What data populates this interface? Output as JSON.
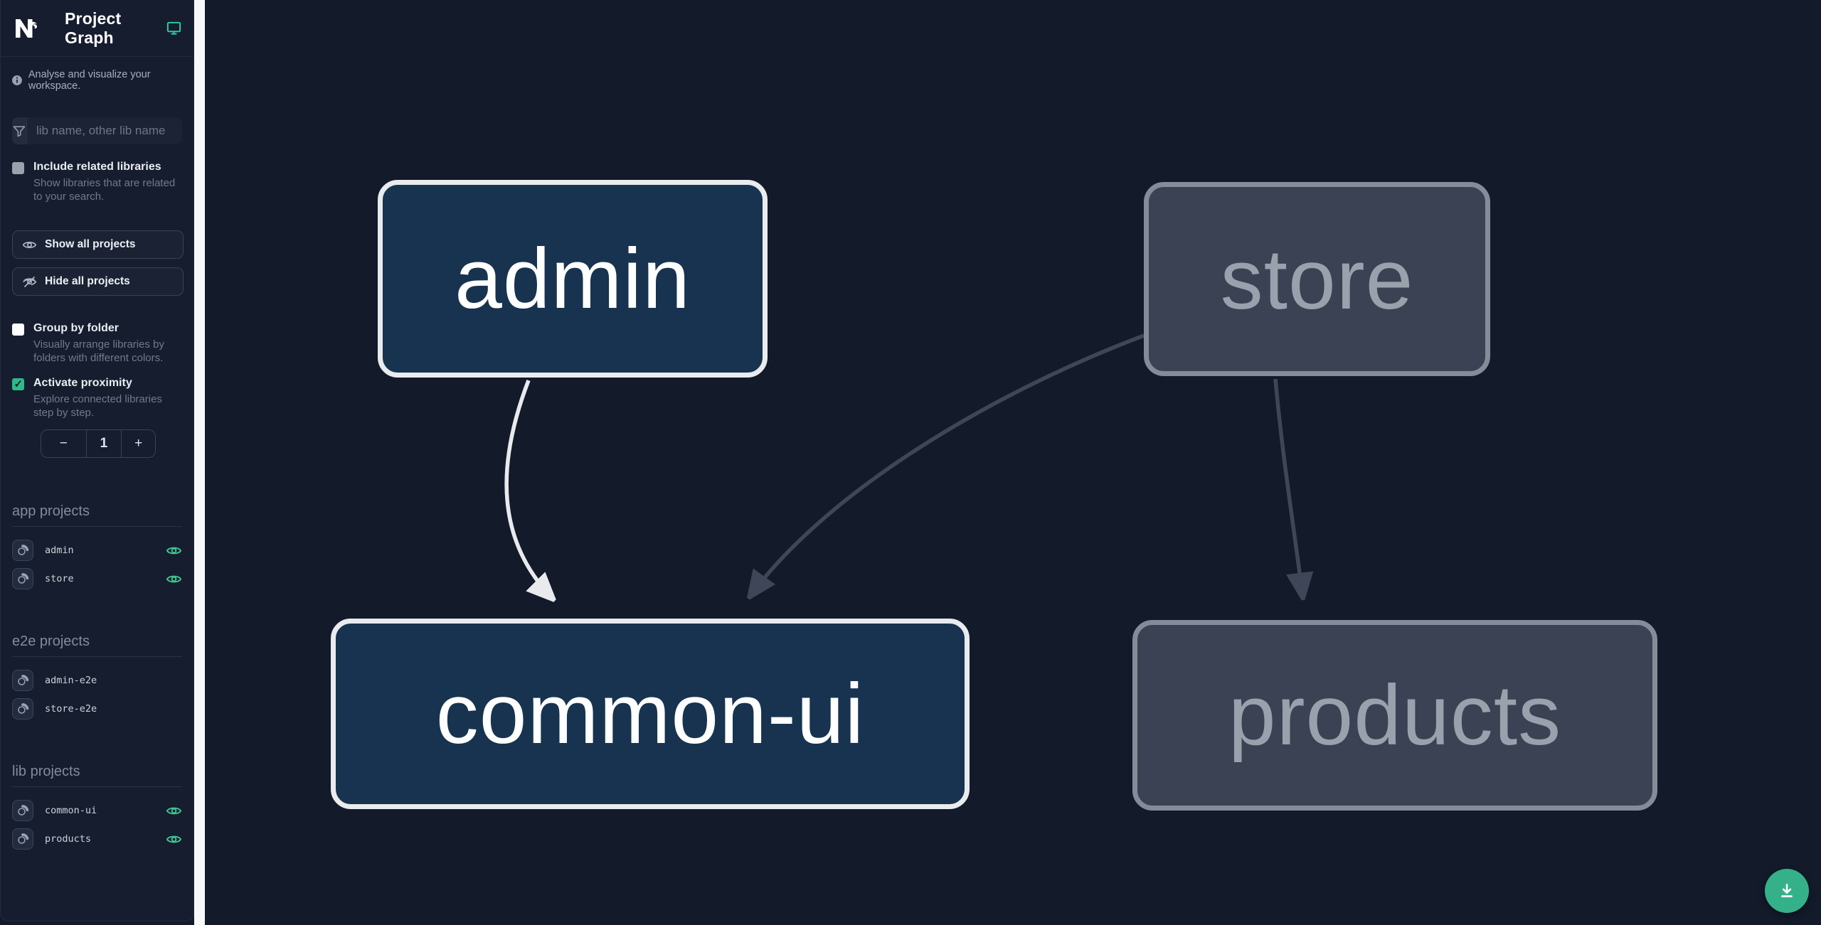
{
  "header": {
    "title": "Project Graph",
    "logo_alt": "Nx logo"
  },
  "tagline": "Analyse and visualize your workspace.",
  "search": {
    "placeholder": "lib name, other lib name",
    "value": ""
  },
  "options": {
    "include_related": {
      "label": "Include related libraries",
      "description": "Show libraries that are related to your search.",
      "checked": false
    },
    "group_by_folder": {
      "label": "Group by folder",
      "description": "Visually arrange libraries by folders with different colors.",
      "checked": false
    },
    "activate_proximity": {
      "label": "Activate proximity",
      "description": "Explore connected libraries step by step.",
      "checked": true
    }
  },
  "toolbar": {
    "show_all_label": "Show all projects",
    "hide_all_label": "Hide all projects"
  },
  "proximity_stepper": {
    "decrement": "−",
    "value": "1",
    "increment": "+"
  },
  "sections": {
    "app": {
      "title": "app projects",
      "items": [
        {
          "name": "admin",
          "eye_visible": true
        },
        {
          "name": "store",
          "eye_visible": true
        }
      ]
    },
    "e2e": {
      "title": "e2e projects",
      "items": [
        {
          "name": "admin-e2e",
          "eye_visible": false
        },
        {
          "name": "store-e2e",
          "eye_visible": false
        }
      ]
    },
    "lib": {
      "title": "lib projects",
      "items": [
        {
          "name": "common-ui",
          "eye_visible": true
        },
        {
          "name": "products",
          "eye_visible": true
        }
      ]
    }
  },
  "graph": {
    "nodes": [
      {
        "id": "admin",
        "label": "admin",
        "state": "highlighted"
      },
      {
        "id": "store",
        "label": "store",
        "state": "dimmed"
      },
      {
        "id": "common-ui",
        "label": "common-ui",
        "state": "highlighted"
      },
      {
        "id": "products",
        "label": "products",
        "state": "dimmed"
      }
    ],
    "edges": [
      {
        "from": "admin",
        "to": "common-ui",
        "state": "highlighted"
      },
      {
        "from": "store",
        "to": "common-ui",
        "state": "dimmed"
      },
      {
        "from": "store",
        "to": "products",
        "state": "dimmed"
      }
    ]
  },
  "colors": {
    "accent_teal": "#3fc692",
    "fab_teal": "#35b189",
    "node_blue_fill": "#17334f",
    "node_blue_border": "#e9ebee",
    "node_gray_fill": "#3a4253",
    "node_gray_border": "#858c99",
    "edge_light": "#e8eaee",
    "edge_dark": "#3e4658",
    "sidebar_bg": "#161d2e",
    "canvas_bg": "#131a2a"
  }
}
